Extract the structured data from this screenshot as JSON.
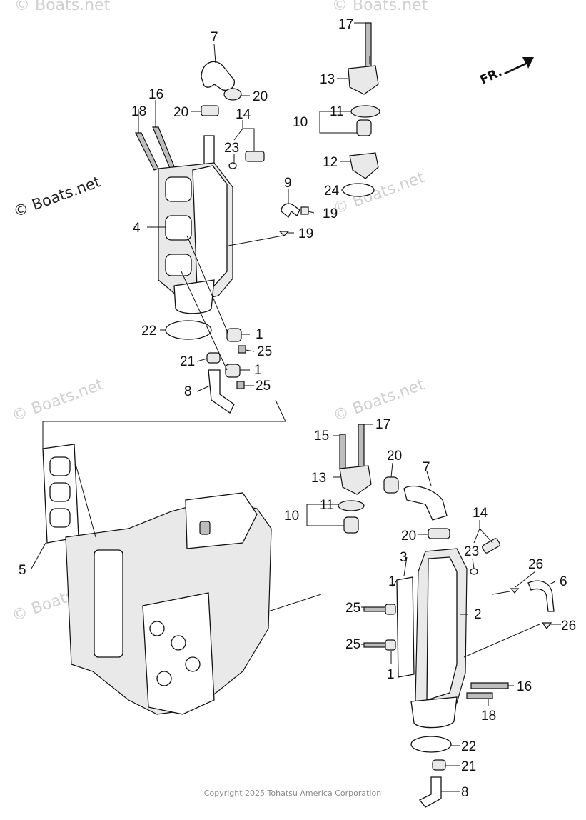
{
  "watermark": "© Boats.net",
  "watermark_brand": "© Boats.net",
  "direction_label": "FR.",
  "copyright": "Copyright 2025 Tohatsu America Corporation",
  "callouts": {
    "c1a": "1",
    "c1b": "1",
    "c1c": "1",
    "c1d": "1",
    "c2": "2",
    "c3": "3",
    "c4": "4",
    "c5": "5",
    "c6": "6",
    "c7a": "7",
    "c7b": "7",
    "c8a": "8",
    "c8b": "8",
    "c9": "9",
    "c10a": "10",
    "c10b": "10",
    "c11a": "11",
    "c11b": "11",
    "c12": "12",
    "c13a": "13",
    "c13b": "13",
    "c14a": "14",
    "c14b": "14",
    "c15": "15",
    "c16a": "16",
    "c16b": "16",
    "c17a": "17",
    "c17b": "17",
    "c18a": "18",
    "c18b": "18",
    "c19a": "19",
    "c19b": "19",
    "c20a": "20",
    "c20b": "20",
    "c20c": "20",
    "c20d": "20",
    "c21a": "21",
    "c21b": "21",
    "c22a": "22",
    "c22b": "22",
    "c23a": "23",
    "c23b": "23",
    "c24": "24",
    "c25a": "25",
    "c25b": "25",
    "c25c": "25",
    "c25d": "25",
    "c26a": "26",
    "c26b": "26"
  }
}
